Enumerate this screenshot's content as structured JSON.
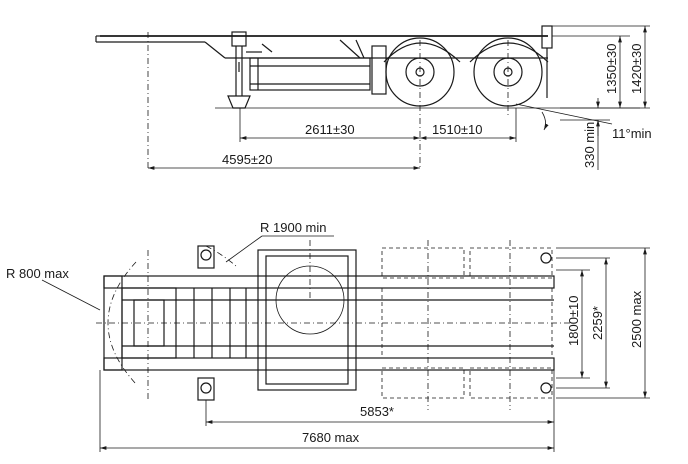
{
  "side_view": {
    "dims": {
      "wheelbase": "2611±30",
      "axle_spacing": "1510±10",
      "kingpin_to_axle": "4595±20",
      "deck_height": "1350±30",
      "overall_height": "1420±30",
      "ground_clearance": "330 min",
      "departure_angle": "11°min"
    }
  },
  "plan_view": {
    "dims": {
      "swing_radius": "R 1900 min",
      "front_radius": "R 800 max",
      "twistlock_width": "1800±10",
      "track_width": "2259*",
      "overall_width": "2500 max",
      "frame_length": "5853*",
      "overall_length": "7680 max"
    }
  }
}
